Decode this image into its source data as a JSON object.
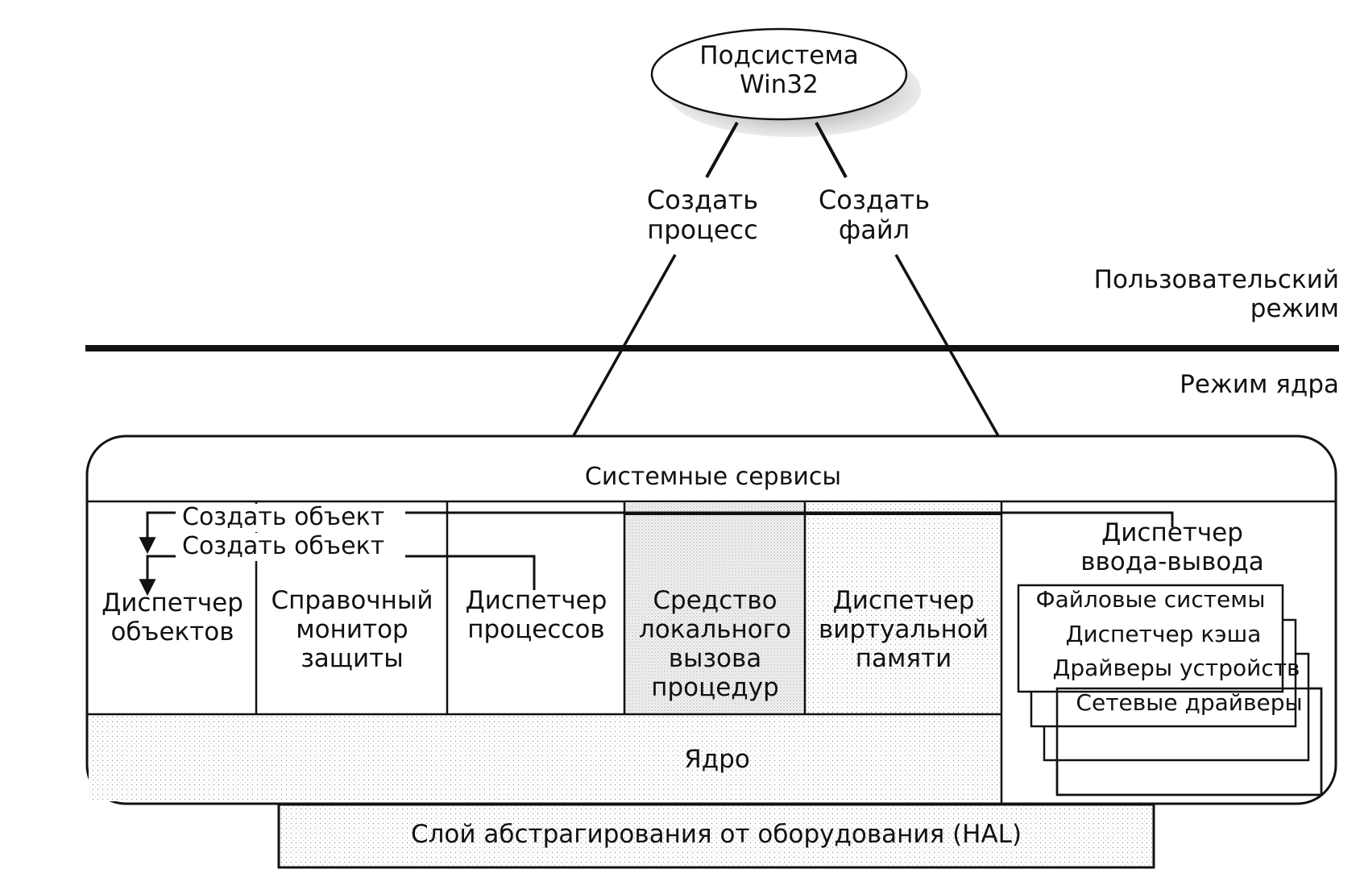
{
  "subsystem": {
    "lines": [
      "Подсистема",
      "Win32"
    ]
  },
  "calls": {
    "create_process": [
      "Создать",
      "процесс"
    ],
    "create_file": [
      "Создать",
      "файл"
    ]
  },
  "modes": {
    "user": [
      "Пользовательский",
      "режим"
    ],
    "kernel": "Режим ядра"
  },
  "executive": {
    "system_services": "Системные сервисы",
    "create_object_1": "Создать объект",
    "create_object_2": "Создать объект",
    "object_manager": [
      "Диспетчер",
      "объектов"
    ],
    "security_monitor": [
      "Справочный",
      "монитор",
      "защиты"
    ],
    "process_manager": [
      "Диспетчер",
      "процессов"
    ],
    "lpc": [
      "Средство",
      "локального",
      "вызова",
      "процедур"
    ],
    "vm_manager": [
      "Диспетчер",
      "виртуальной",
      "памяти"
    ],
    "io_manager": [
      "Диспетчер",
      "ввода-вывода"
    ],
    "io_stack": [
      "Файловые системы",
      "Диспетчер кэша",
      "Драйверы устройств",
      "Сетевые драйверы"
    ],
    "kernel": "Ядро"
  },
  "hal": "Слой абстрагирования от оборудования (HAL)"
}
